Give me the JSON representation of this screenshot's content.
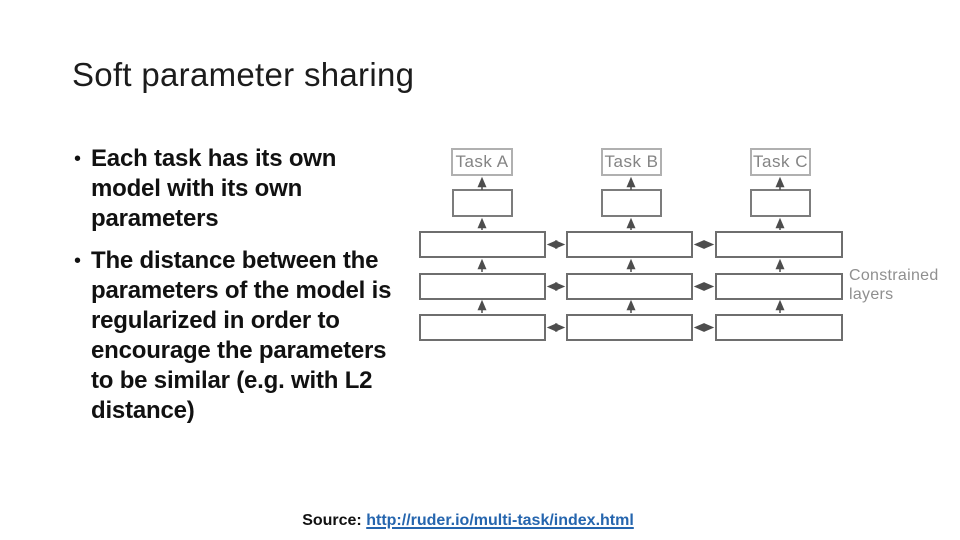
{
  "slide": {
    "title": "Soft parameter sharing",
    "bullet_marker": "•",
    "bullets": [
      "Each task has its own\nmodel with its own\nparameters",
      "The distance between the\nparameters of the model is\nregularized in order to\nencourage the parameters\nto be similar (e.g. with L2\ndistance)"
    ],
    "source_label": "Source:",
    "source_link": "http://ruder.io/multi-task/index.html"
  },
  "diagram": {
    "task_labels": [
      "Task A",
      "Task B",
      "Task C"
    ],
    "annotation": "Constrained layers",
    "colors": {
      "box_border": "#6e6e6e",
      "task_box_border": "#b0b0b0",
      "task_text": "#848484",
      "annotation_text": "#8f8f8f",
      "arrow": "#4d4d4d",
      "link_blue": "#2565ae",
      "body_text": "#111111"
    }
  }
}
